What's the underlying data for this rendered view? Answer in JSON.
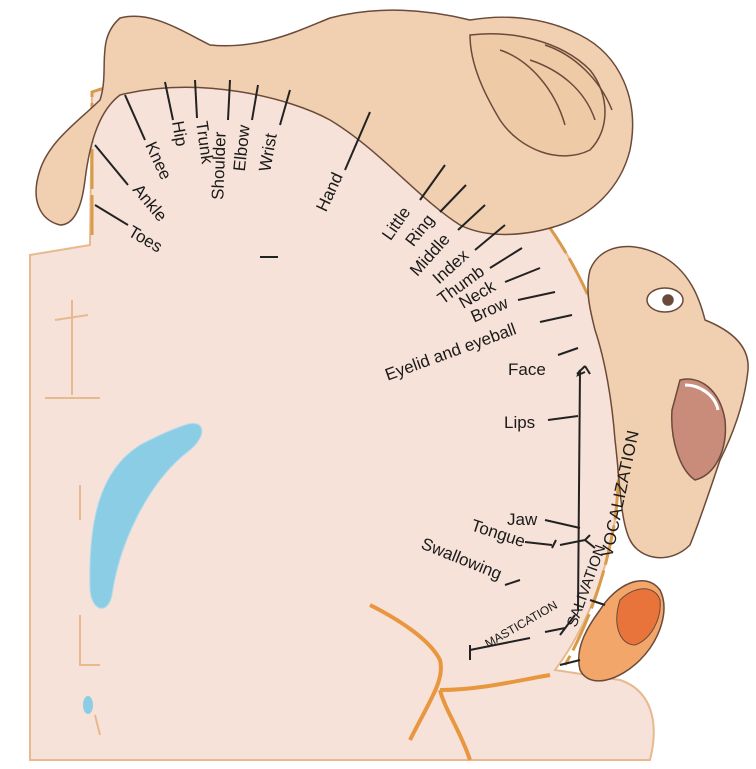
{
  "colors": {
    "cortex": "#f6e2d8",
    "outline": "#e8b98e",
    "arc": "#d99a4a",
    "body": "#f0d0b0",
    "body_stroke": "#6b4a3a",
    "ventricle": "#8ccde6",
    "artery": "#e9973f",
    "tongue_dark": "#e8743c",
    "tongue_light": "#f3a66a"
  },
  "labels": {
    "toes": "Toes",
    "ankle": "Ankle",
    "knee": "Knee",
    "hip": "Hip",
    "trunk": "Trunk",
    "shoulder": "Shoulder",
    "elbow": "Elbow",
    "wrist": "Wrist",
    "hand": "Hand",
    "little": "Little",
    "ring": "Ring",
    "middle": "Middle",
    "index": "Index",
    "thumb": "Thumb",
    "neck": "Neck",
    "brow": "Brow",
    "eyelid": "Eyelid and eyeball",
    "face": "Face",
    "lips": "Lips",
    "jaw": "Jaw",
    "tongue": "Tongue",
    "swallowing": "Swallowing",
    "vocalization": "VOCALIZATION",
    "salivation": "SALIVATION",
    "mastication": "MASTICATION"
  }
}
